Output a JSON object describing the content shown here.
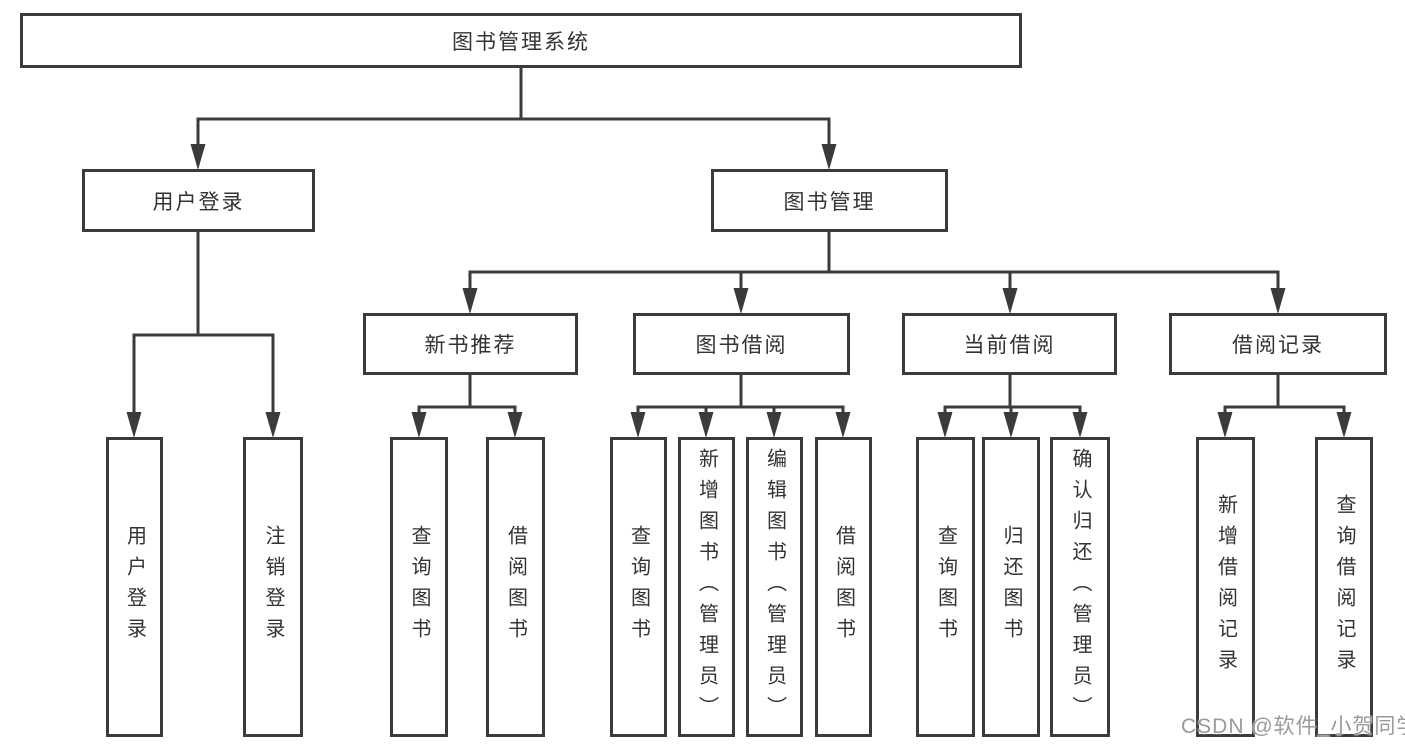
{
  "diagram": {
    "root": {
      "label": "图书管理系统"
    },
    "level2": [
      {
        "label": "用户登录"
      },
      {
        "label": "图书管理"
      }
    ],
    "level3": [
      {
        "label": "新书推荐"
      },
      {
        "label": "图书借阅"
      },
      {
        "label": "当前借阅"
      },
      {
        "label": "借阅记录"
      }
    ],
    "leaves": {
      "user_login": [
        "用户登录",
        "注销登录"
      ],
      "new_book_recommendation": [
        "查询图书",
        "借阅图书"
      ],
      "book_borrowing": [
        "查询图书",
        "新增图书（管理员）",
        "编辑图书（管理员）",
        "借阅图书"
      ],
      "current_borrowing": [
        "查询图书",
        "归还图书",
        "确认归还（管理员）"
      ],
      "borrowing_records": [
        "新增借阅记录",
        "查询借阅记录"
      ]
    }
  },
  "watermark": "CSDN @软件_小贺同学",
  "colors": {
    "line": "#3b3b3b",
    "text": "#333333",
    "background": "#ffffff",
    "watermark": "#9a9a9a"
  }
}
